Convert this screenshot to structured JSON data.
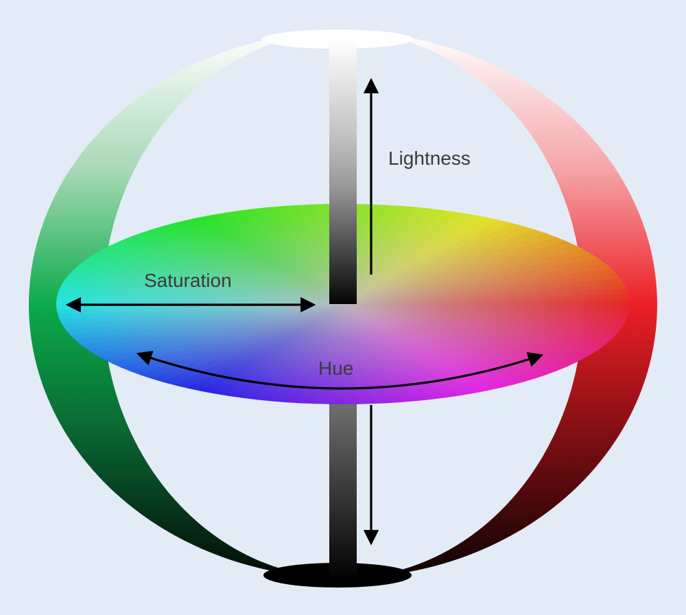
{
  "diagram": {
    "labels": {
      "lightness": "Lightness",
      "saturation": "Saturation",
      "hue": "Hue"
    },
    "colors": {
      "background": "#e3ebf6",
      "arrow": "#000000",
      "text": "#3a3a3a",
      "green": "#0aa84a",
      "red": "#ee1f26",
      "white": "#ffffff",
      "black": "#000000"
    }
  }
}
